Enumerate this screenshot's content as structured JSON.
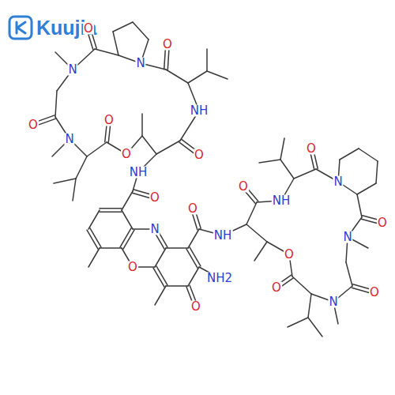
{
  "diagram": {
    "labels": [
      "Kuujia",
      "O",
      "O",
      "N",
      "N",
      "NH",
      "O",
      "O",
      "N",
      "O",
      "O",
      "O",
      "NH",
      "N",
      "O",
      "O",
      "NH",
      "O",
      "O",
      "N",
      "NH",
      "N",
      "O",
      "O",
      "NH2",
      "O",
      "O",
      "N",
      "O"
    ]
  }
}
